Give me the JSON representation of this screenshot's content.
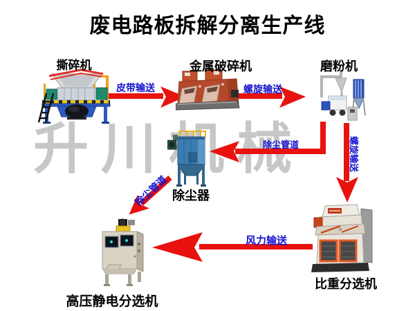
{
  "title": "废电路板拆解分离生产线",
  "watermark": "升川机械",
  "nodes": {
    "shredder": {
      "label": "撕碎机"
    },
    "metal_crusher": {
      "label": "金属破碎机"
    },
    "grinder": {
      "label": "磨粉机"
    },
    "dust_collector": {
      "label": "除尘器"
    },
    "gravity_separator": {
      "label": "比重分选机"
    },
    "electrostatic_separator": {
      "label": "高压静电分选机"
    }
  },
  "edges": {
    "belt_conveyor": {
      "label": "皮带输送",
      "from": "shredder",
      "to": "metal_crusher"
    },
    "screw_conveyor_top": {
      "label": "螺旋输送",
      "from": "metal_crusher",
      "to": "grinder"
    },
    "dust_pipe_to_collector": {
      "label": "除尘管道",
      "from": "grinder",
      "to": "dust_collector"
    },
    "screw_conveyor_down": {
      "label": "螺旋输送",
      "from": "grinder",
      "to": "gravity_separator"
    },
    "dust_pipe_to_electrostatic": {
      "label": "除尘管道",
      "from": "dust_collector",
      "to": "electrostatic_separator"
    },
    "wind_conveyor": {
      "label": "风力输送",
      "from": "gravity_separator",
      "to": "electrostatic_separator"
    }
  },
  "colors": {
    "background": "#ffffff",
    "arrow_red": "#e8120e",
    "edge_label_blue": "#1513cf",
    "node_label_black": "#000000",
    "watermark_gray": "#c7c7c7"
  }
}
